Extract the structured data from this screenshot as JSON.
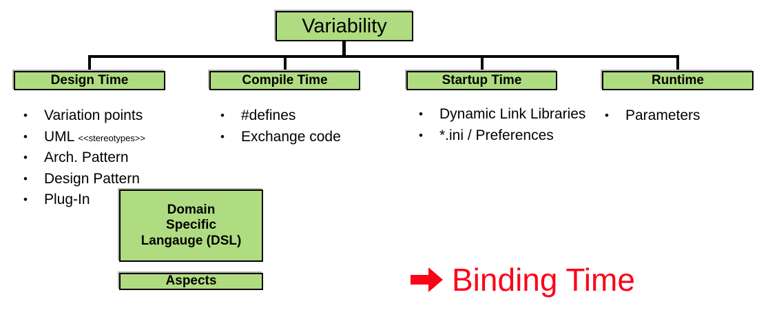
{
  "diagram": {
    "root": {
      "label": "Variability"
    },
    "categories": [
      {
        "label": "Design Time"
      },
      {
        "label": "Compile Time"
      },
      {
        "label": "Startup Time"
      },
      {
        "label": "Runtime"
      }
    ],
    "lists": {
      "design_time": [
        {
          "text": "Variation points",
          "suffix": ""
        },
        {
          "text": "UML ",
          "suffix": "<<stereotypes>>"
        },
        {
          "text": "Arch. Pattern",
          "suffix": ""
        },
        {
          "text": "Design Pattern",
          "suffix": ""
        },
        {
          "text": "Plug-In",
          "suffix": ""
        }
      ],
      "compile_time": [
        {
          "text": "#defines",
          "suffix": ""
        },
        {
          "text": "Exchange code",
          "suffix": ""
        }
      ],
      "startup_time": [
        {
          "text": "Dynamic Link Libraries",
          "suffix": ""
        },
        {
          "text": "*.ini / Preferences",
          "suffix": ""
        }
      ],
      "runtime": [
        {
          "text": "Parameters",
          "suffix": ""
        }
      ]
    },
    "extra_boxes": [
      {
        "label": "Domain\nSpecific\nLangauge (DSL)"
      },
      {
        "label": "Aspects"
      }
    ],
    "callout": {
      "arrow_icon": "right-arrow-icon",
      "label": "Binding Time"
    },
    "bullet_marker": "•",
    "colors": {
      "box_fill": "#b0dc81",
      "box_border": "#000000",
      "box_shadow": "#b4b4b4",
      "callout_red": "#fb0418",
      "text": "#000000",
      "background": "#ffffff"
    }
  }
}
